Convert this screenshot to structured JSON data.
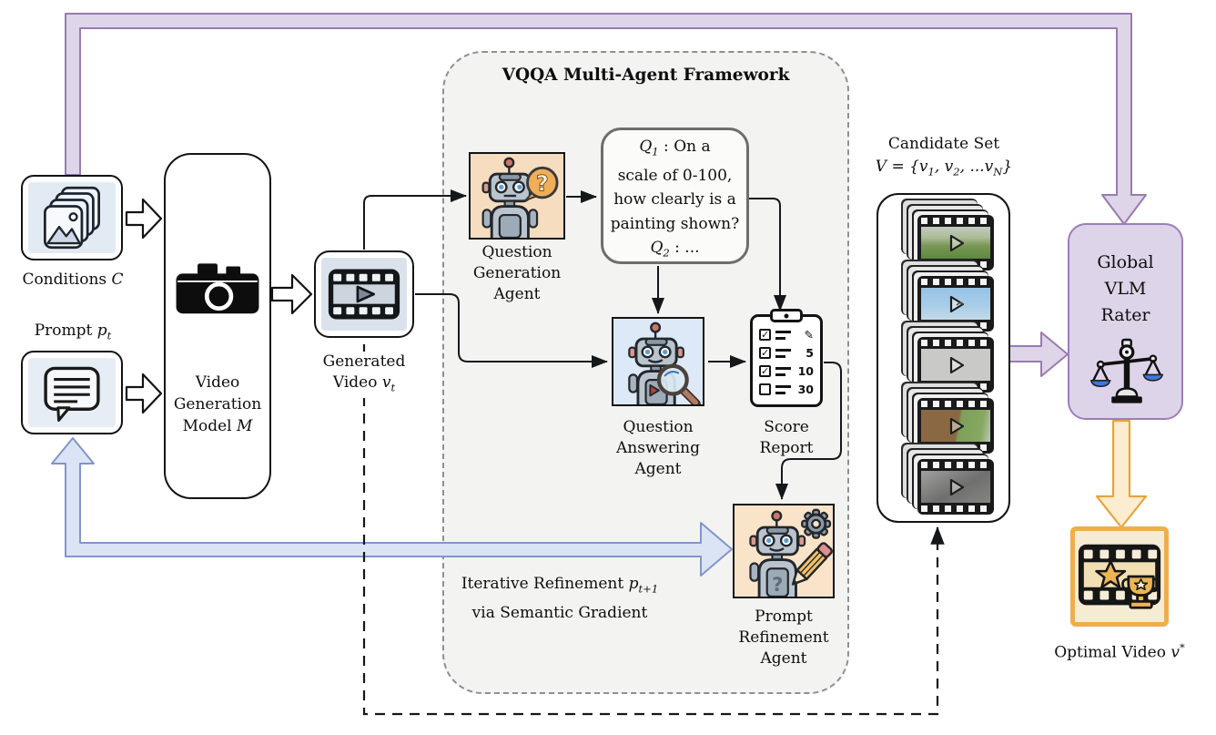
{
  "framework": {
    "title": "VQQA Multi-Agent Framework"
  },
  "nodes": {
    "conditions": {
      "label": "Conditions ",
      "var": "C"
    },
    "prompt": {
      "label": "Prompt ",
      "var": "p",
      "sub": "t"
    },
    "model": {
      "line1": "Video",
      "line2": "Generation",
      "line3": "Model ",
      "var": "M"
    },
    "generated_video": {
      "line1": "Generated",
      "line2": "Video ",
      "var": "v",
      "sub": "t"
    },
    "qg_agent": {
      "line1": "Question",
      "line2": "Generation",
      "line3": "Agent"
    },
    "qa_agent": {
      "line1": "Question",
      "line2": "Answering",
      "line3": "Agent"
    },
    "pr_agent": {
      "line1": "Prompt",
      "line2": "Refinement",
      "line3": "Agent"
    },
    "score_report": {
      "line1": "Score",
      "line2": "Report"
    }
  },
  "bubble": {
    "q1_var": "Q",
    "q1_sub": "1",
    "q1_rest": " : On a",
    "line2": "scale of 0-100,",
    "line3": "how clearly is a",
    "line4": "painting shown?",
    "q2_var": "Q",
    "q2_sub": "2",
    "q2_rest": " : ..."
  },
  "score_rows": {
    "check1": "✓",
    "val1": "✎",
    "check2": "✓",
    "val2": "5",
    "check3": "✓",
    "val3": "10",
    "check4": "",
    "val4": "30"
  },
  "candidate": {
    "title": "Candidate Set",
    "pre": "V = {v",
    "sub1": "1",
    "mid1": ", v",
    "sub2": "2",
    "mid2": ", ...v",
    "subN": "N",
    "post": "}"
  },
  "vlm": {
    "line1": "Global",
    "line2": "VLM",
    "line3": "Rater"
  },
  "optimal": {
    "label": "Optimal Video ",
    "var": "v",
    "sup": "*"
  },
  "iterative": {
    "line1": "Iterative Refinement ",
    "var": "p",
    "sub": "t+1",
    "line2": "via Semantic Gradient"
  },
  "colors": {
    "feedback_purple_fill": "#ded5e8",
    "feedback_purple_stroke": "#9a7ab2",
    "refine_blue_fill": "#dbe4f4",
    "refine_blue_stroke": "#8295c9",
    "output_orange_fill": "#fcecd0",
    "output_orange_stroke": "#e7a43c",
    "vlm_box_fill": "#ded4e9",
    "vlm_box_stroke": "#9b7fb8",
    "framework_fill": "#f3f3f2",
    "qg_agent_bg": "#f6ddc0",
    "qa_agent_bg": "#dde9f6",
    "pr_agent_bg": "#f9e4ca",
    "optimal_border": "#efae4b"
  }
}
